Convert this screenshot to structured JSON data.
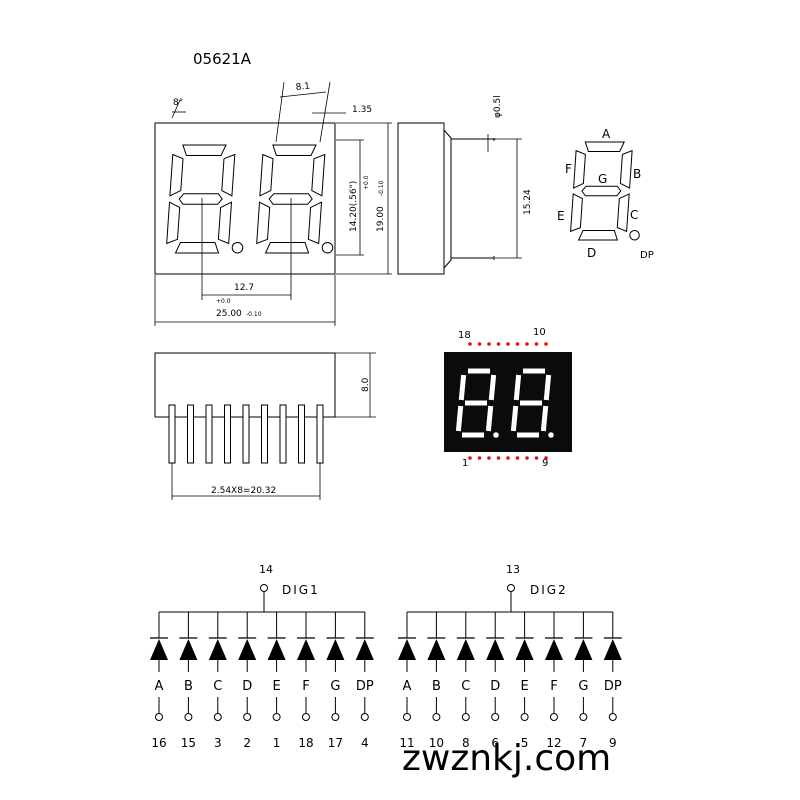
{
  "part_number": "05621A",
  "watermark": "zwznkj.com",
  "front_view": {
    "angle": "8°",
    "digit_width": "8.1",
    "segment_width": "1.35",
    "digit_pitch": "12.7",
    "digit_height": "14.20(.56\")",
    "body_height": "19.00",
    "body_height_tol_plus": "+0.0",
    "body_height_tol_minus": "-0.10",
    "body_width": "25.00",
    "body_width_tol_plus": "+0.0",
    "body_width_tol_minus": "-0.10"
  },
  "side_view": {
    "pin_diameter": "φ0.5l",
    "row_spacing": "15.24"
  },
  "bottom_view": {
    "depth": "8.0",
    "pin_spacing": "2.54X8=20.32"
  },
  "segment_legend": [
    "A",
    "B",
    "C",
    "D",
    "E",
    "F",
    "G",
    "DP"
  ],
  "photo": {
    "top_left_pin": "18",
    "top_right_pin": "10",
    "bottom_left_pin": "1",
    "bottom_right_pin": "9"
  },
  "circuits": [
    {
      "common_pin": "14",
      "digit_label": "DIG1",
      "segments": [
        "A",
        "B",
        "C",
        "D",
        "E",
        "F",
        "G",
        "DP"
      ],
      "pins": [
        "16",
        "15",
        "3",
        "2",
        "1",
        "18",
        "17",
        "4"
      ]
    },
    {
      "common_pin": "13",
      "digit_label": "DIG2",
      "segments": [
        "A",
        "B",
        "C",
        "D",
        "E",
        "F",
        "G",
        "DP"
      ],
      "pins": [
        "11",
        "10",
        "8",
        "6",
        "5",
        "12",
        "7",
        "9"
      ]
    }
  ]
}
